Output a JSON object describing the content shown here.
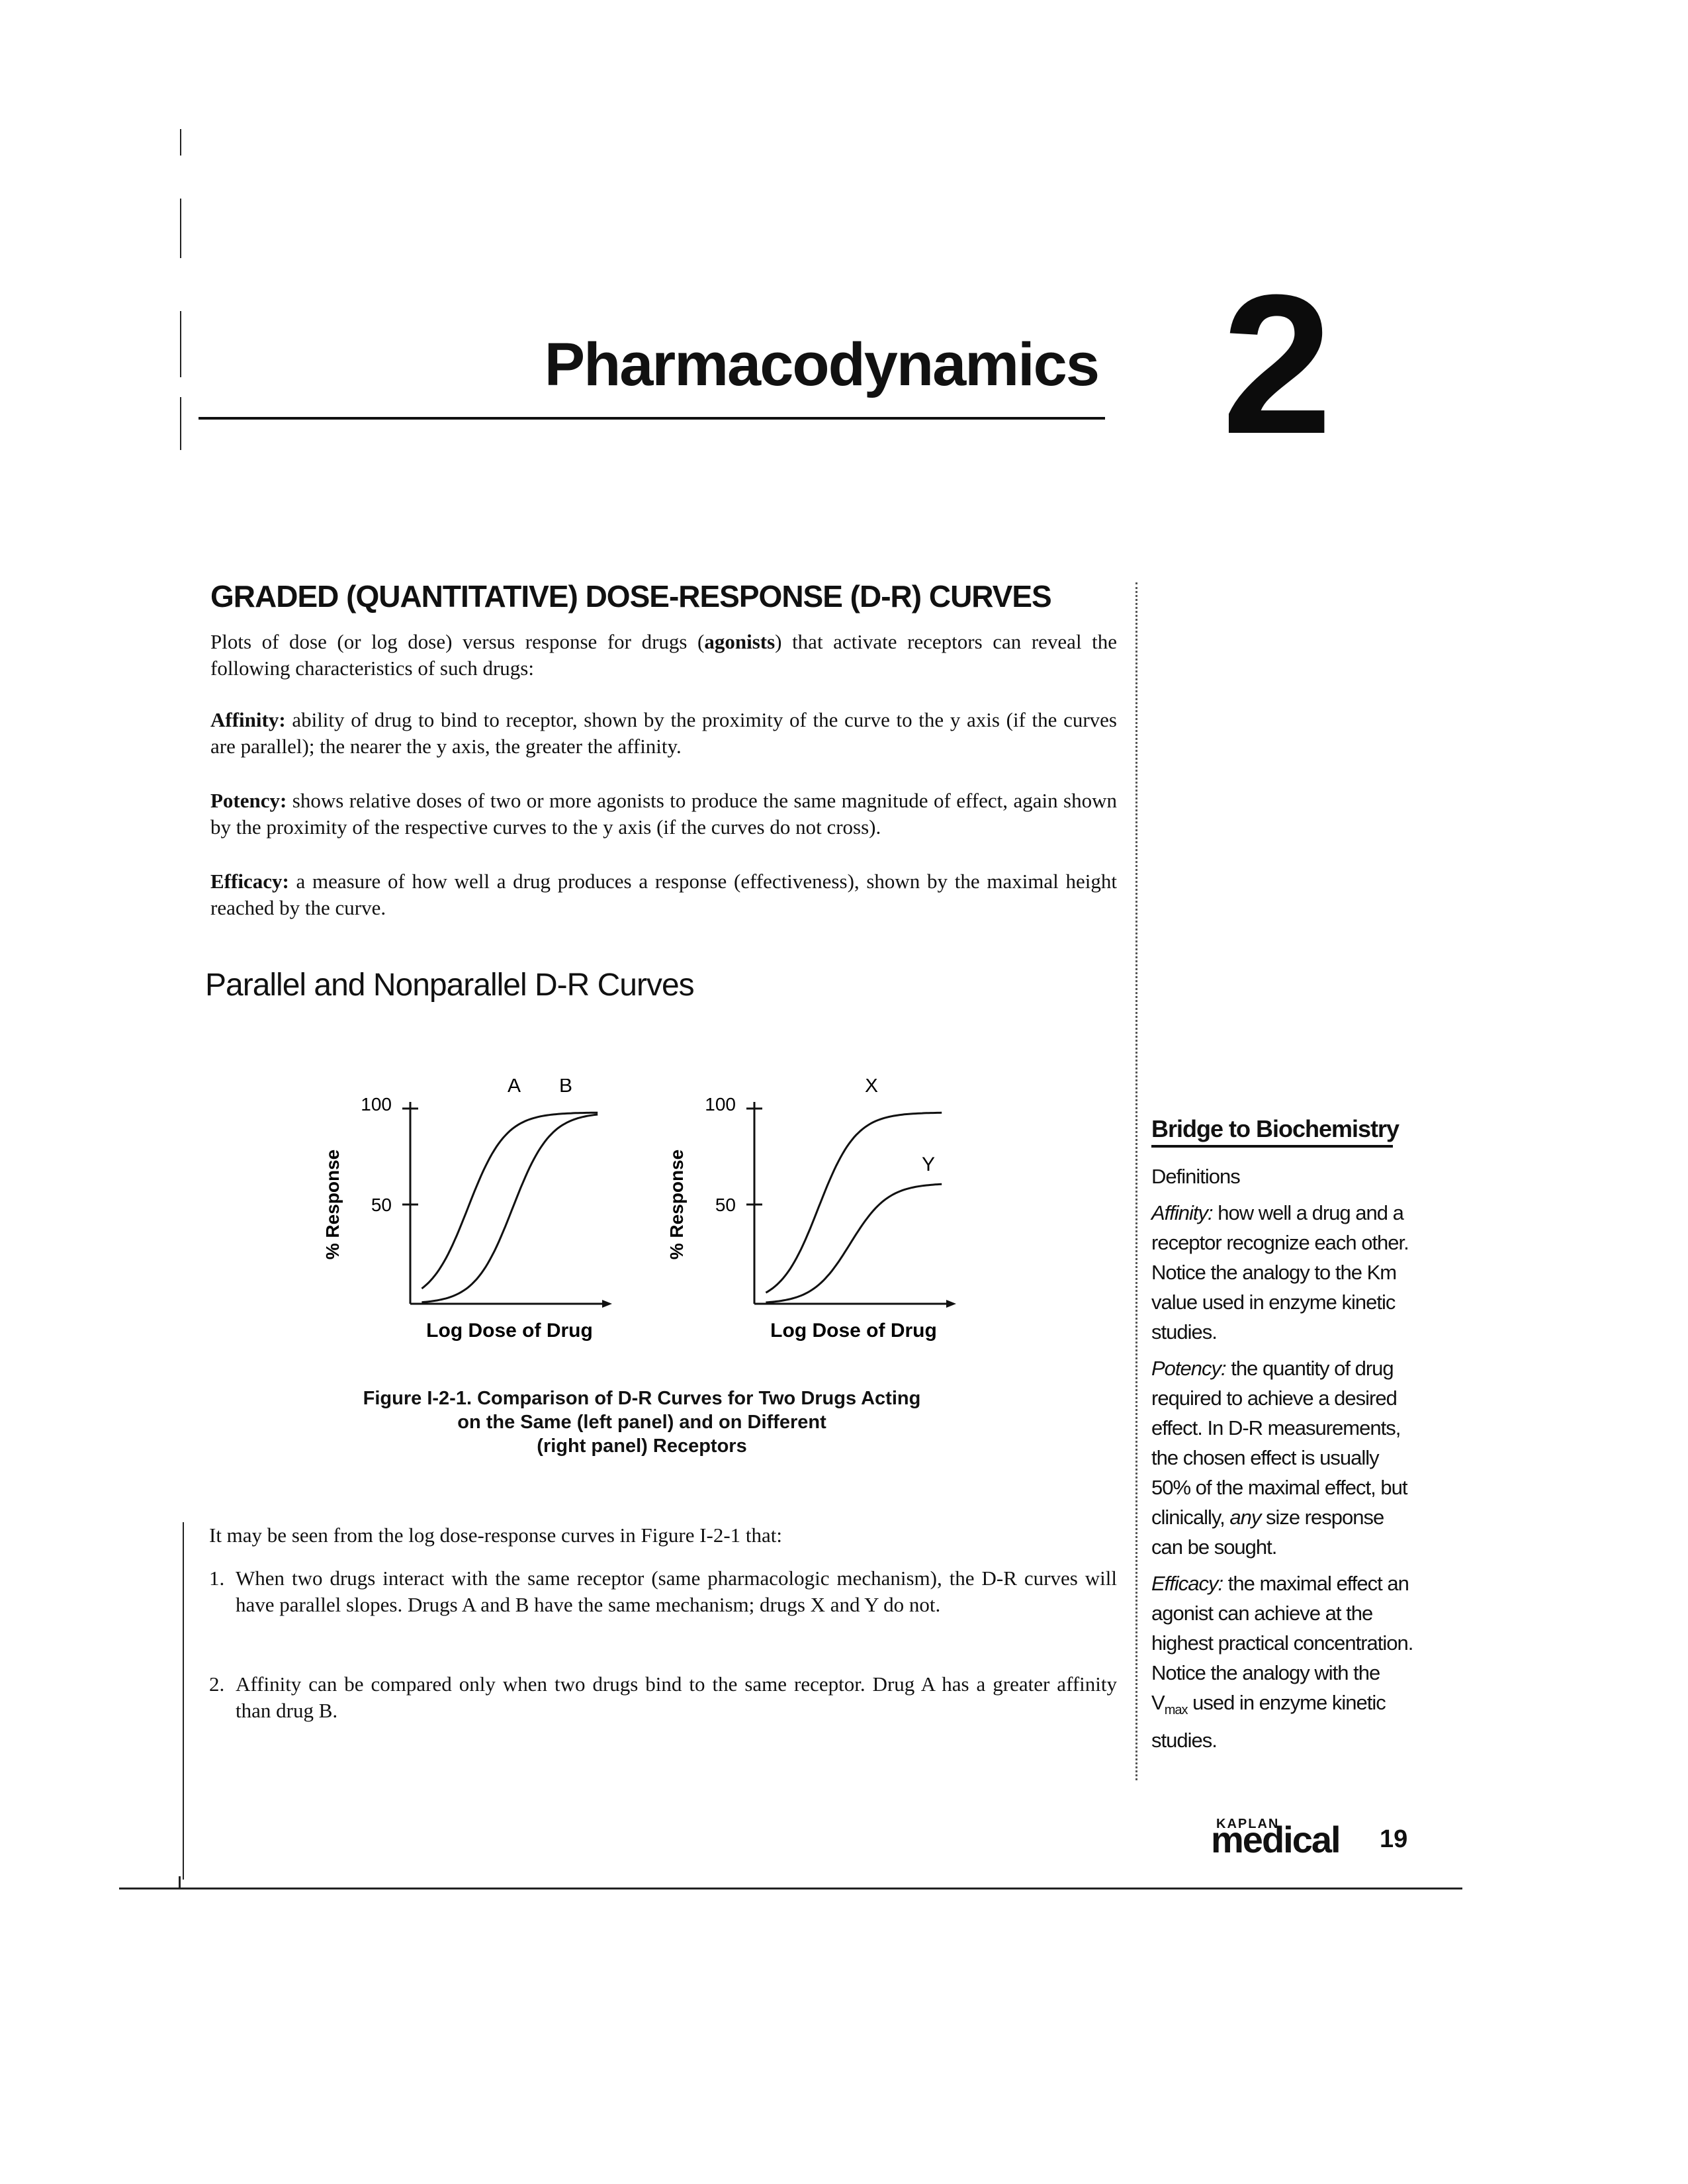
{
  "chapter": {
    "title": "Pharmacodynamics",
    "number": "2"
  },
  "section": {
    "heading": "GRADED (QUANTITATIVE) DOSE-RESPONSE (D-R) CURVES",
    "intro_before": "Plots of dose (or log dose) versus response for drugs (",
    "intro_bold": "agonists",
    "intro_after": ") that activate receptors can reveal the following characteristics of such drugs:",
    "definitions": [
      {
        "term": "Affinity:",
        "text": " ability of drug to bind to receptor, shown by the proximity of the curve to the y axis (if the curves are parallel); the nearer the y axis, the greater the affinity."
      },
      {
        "term": "Potency:",
        "text": " shows relative doses of two or more agonists to produce the same magnitude of effect, again shown by the proximity of the respective curves to the y axis (if the curves do not cross)."
      },
      {
        "term": "Efficacy:",
        "text": " a measure of how well a drug produces a response (effectiveness), shown by the maximal height reached by the curve."
      }
    ],
    "subheading": "Parallel and Nonparallel D-R Curves"
  },
  "chart_data": [
    {
      "type": "line",
      "xlabel": "Log Dose of Drug",
      "ylabel": "% Response",
      "yticks": [
        "100",
        "50"
      ],
      "ylim": [
        0,
        100
      ],
      "series": [
        {
          "name": "A",
          "half_max_log_dose": 0.9,
          "max_response": 100
        },
        {
          "name": "B",
          "half_max_log_dose": 1.6,
          "max_response": 100
        }
      ]
    },
    {
      "type": "line",
      "xlabel": "Log Dose of Drug",
      "ylabel": "% Response",
      "yticks": [
        "100",
        "50"
      ],
      "ylim": [
        0,
        100
      ],
      "series": [
        {
          "name": "X",
          "half_max_log_dose": 1.0,
          "max_response": 100
        },
        {
          "name": "Y",
          "half_max_log_dose": 1.5,
          "max_response": 63
        }
      ]
    }
  ],
  "figure": {
    "caption_line1": "Figure I-2-1. Comparison of D-R Curves for Two Drugs Acting",
    "caption_line2": "on the Same (left panel) and on Different",
    "caption_line3": "(right panel) Receptors"
  },
  "body": {
    "intro": "It may be seen from the log dose-response curves in Figure I-2-1 that:",
    "items": [
      {
        "num": "1.",
        "text": "When two drugs interact with the same receptor (same pharmacologic mechanism), the D-R curves will have parallel slopes. Drugs A and B have the same mechanism; drugs X and Y do not."
      },
      {
        "num": "2.",
        "text": "Affinity can be compared only when two drugs bind to the same receptor. Drug A has a greater affinity than drug B."
      }
    ]
  },
  "sidebar": {
    "title": "Bridge to Biochemistry",
    "subtitle": "Definitions",
    "affinity_term": "Affinity:",
    "affinity_text": " how well a drug and a receptor recognize each other. Notice the analogy to the Km value used in enzyme kinetic studies.",
    "potency_term": "Potency:",
    "potency_text_1": " the quantity of drug required to achieve a desired effect. In D-R measurements, the chosen effect is usually 50% of the maximal effect, but clinically, ",
    "potency_italic": "any",
    "potency_text_2": " size response can be sought.",
    "efficacy_term": "Efficacy:",
    "efficacy_text_1": " the maximal effect an agonist can achieve at the highest practical concentration. Notice the analogy with the V",
    "efficacy_sub": "max",
    "efficacy_text_2": " used in enzyme kinetic studies."
  },
  "footer": {
    "brand_small": "KAPLAN",
    "brand_large": "medical",
    "page_number": "19"
  }
}
